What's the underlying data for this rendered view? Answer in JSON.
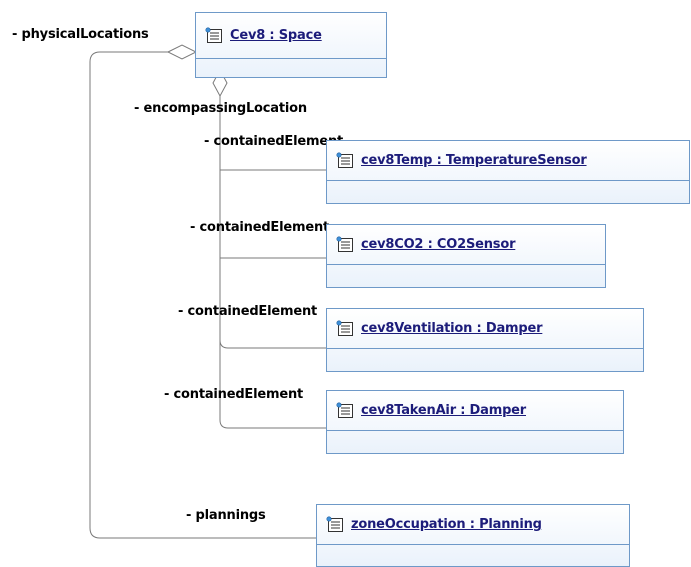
{
  "objects": {
    "space": {
      "name": "Cev8 : Space",
      "icon": "instance-icon"
    },
    "temp": {
      "name": "cev8Temp : TemperatureSensor",
      "icon": "instance-icon"
    },
    "co2": {
      "name": "cev8CO2 : CO2Sensor",
      "icon": "instance-icon"
    },
    "ventilation": {
      "name": "cev8Ventilation : Damper",
      "icon": "instance-icon"
    },
    "takenair": {
      "name": "cev8TakenAir : Damper",
      "icon": "instance-icon"
    },
    "planning": {
      "name": "zoneOccupation : Planning",
      "icon": "instance-icon"
    }
  },
  "roles": {
    "physical_locations": "- physicalLocations",
    "encompassing_location": "- encompassingLocation",
    "contained_1": "- containedElement",
    "contained_2": "- containedElement",
    "contained_3": "- containedElement",
    "contained_4": "- containedElement",
    "plannings": "- plannings"
  },
  "colors": {
    "box_border": "#6e99c8",
    "box_fill_top": "#ffffff",
    "box_fill_bottom": "#eaf2fb",
    "object_name": "#1c1c7a",
    "edge": "#7a7a7a"
  }
}
